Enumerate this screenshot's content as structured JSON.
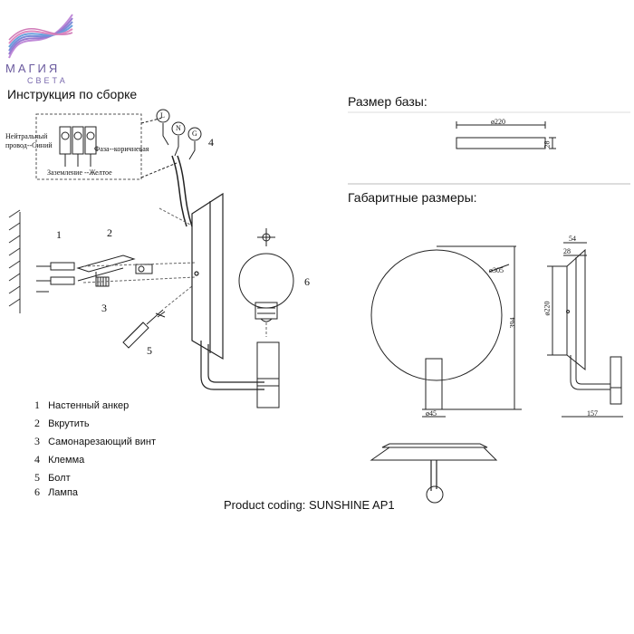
{
  "brand": {
    "name": "МАГИЯ",
    "sub": "СВЕТА"
  },
  "headings": {
    "assembly": "Инструкция по сборке",
    "base_size": "Размер базы:",
    "overall_size": "Габаритные размеры:"
  },
  "wiring": {
    "neutral": "Нейтральный провод--Синий",
    "phase": "Фаза--коричневая",
    "ground": "Заземление --Желтое",
    "terminals": [
      "L",
      "N",
      "G"
    ]
  },
  "callouts": [
    "1",
    "2",
    "3",
    "4",
    "5",
    "6"
  ],
  "legend": [
    {
      "num": "1",
      "label": "Настенный анкер"
    },
    {
      "num": "2",
      "label": "Вкрутить"
    },
    {
      "num": "3",
      "label": "Самонарезающий винт"
    },
    {
      "num": "4",
      "label": "Клемма"
    },
    {
      "num": "5",
      "label": "Болт"
    },
    {
      "num": "6",
      "label": "Лампа"
    }
  ],
  "dimensions": {
    "base_diameter": "ø220",
    "base_height": "28",
    "disc_diameter": "ø305",
    "total_height": "394",
    "holder_diameter": "ø45",
    "side_depth_top": "54",
    "side_plate": "28",
    "side_height": "ø220",
    "side_depth": "157"
  },
  "product_coding": "Product coding: SUNSHINE AP1"
}
